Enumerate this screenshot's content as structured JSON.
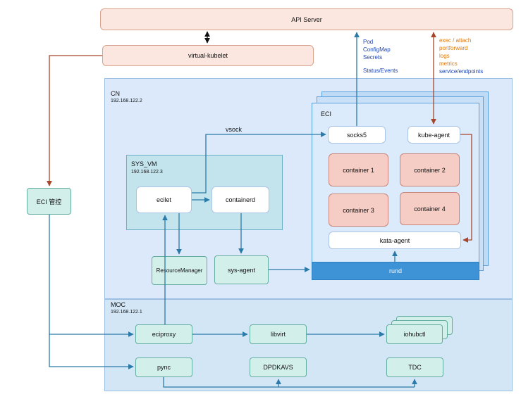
{
  "api_server": "API Server",
  "virtual_kubelet": "virtual-kubelet",
  "eci_control": "ECI 管控",
  "cn": {
    "label": "CN",
    "ip": "192.168.122.2"
  },
  "sys_vm": {
    "label": "SYS_VM",
    "ip": "192.168.122.3",
    "ecilet": "ecilet",
    "containerd": "containerd"
  },
  "eci": {
    "label": "ECI",
    "socks5": "socks5",
    "kube_agent": "kube-agent",
    "containers": [
      "container 1",
      "container 2",
      "container 3",
      "container 4"
    ],
    "kata_agent": "kata-agent",
    "rund": "rund"
  },
  "vsock": "vsock",
  "resource_manager": "ResourceManager",
  "sys_agent": "sys-agent",
  "moc": {
    "label": "MOC",
    "ip": "192.168.122.1",
    "eciproxy": "eciproxy",
    "libvirt": "libvirt",
    "iohubctl": "iohubctl",
    "pync": "pync",
    "dpdkavs": "DPDKAVS",
    "tdc": "TDC"
  },
  "api_resources": [
    "Pod",
    "ConfigMap",
    "Secrets",
    "",
    "Status/Events"
  ],
  "agent_functions": [
    "exec / attach",
    "portforward",
    "logs",
    "metrics",
    "service/endpoints"
  ],
  "colors": {
    "blue_line": "#2b7aa8",
    "red_line": "#a8462b",
    "cn_bg": "#dbe9fa",
    "moc_bg": "#d3e6f6"
  }
}
